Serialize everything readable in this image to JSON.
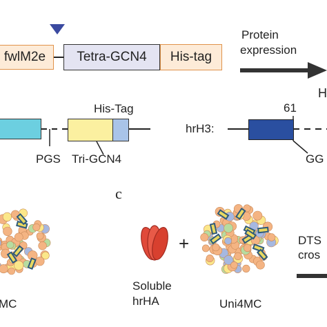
{
  "construct_top": {
    "segments": [
      "fwlM2e",
      "Tetra-GCN4",
      "His-tag"
    ],
    "colors": {
      "fwlM2e": "#fdebd8",
      "tetra": "#e4e4f2",
      "histag": "#fdebd8",
      "border_orange": "#e0924a",
      "marker": "#3a4aa0"
    }
  },
  "arrow_label": {
    "line1": "Protein",
    "line2": "expression"
  },
  "edge_letter_top": "H",
  "construct_mid_left": {
    "his_tag_label": "His-Tag",
    "pgs_label": "PGS",
    "tri_gcn4_label": "Tri-GCN4",
    "colors": {
      "cyan": "#6ccfe0",
      "yellow": "#fbf0a0",
      "lightblue": "#a9c4e8"
    }
  },
  "construct_mid_right": {
    "prefix": "hrH3:",
    "position_label": "61",
    "cut_label": "GG",
    "colors": {
      "darkblue": "#2a4fa0"
    }
  },
  "panel_letter": "c",
  "bottom": {
    "left_label": "MC",
    "soluble_line1": "Soluble",
    "soluble_line2": "hrHA",
    "plus": "+",
    "uni_label": "Uni4MC",
    "dts_line1": "DTS",
    "dts_line2": "cros",
    "colors": {
      "hrha": "#e04a3a",
      "bead_orange": "#f4b483",
      "bead_blue": "#a6b8e0",
      "bead_green": "#b7dca0",
      "bead_yellow": "#fbe78a",
      "rod_border": "#2f5a7a"
    }
  }
}
